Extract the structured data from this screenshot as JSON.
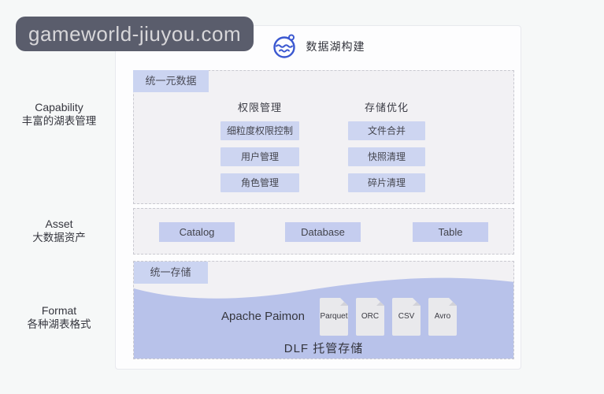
{
  "watermark": {
    "text": "gameworld-jiuyou.com"
  },
  "header": {
    "title": "数据湖构建",
    "icon": "lake-icon"
  },
  "colors": {
    "accent_blue": "#3a57d0",
    "chip_bg": "#cbd4f1",
    "button_bg": "#cdd5f1",
    "asset_button_bg": "#c5cdef",
    "wave_bg": "#b8c2ea",
    "section_bg": "#f2f1f4",
    "watermark_bg": "#5a5d6c"
  },
  "left_rail": [
    {
      "en": "Capability",
      "zh": "丰富的湖表管理"
    },
    {
      "en": "Asset",
      "zh": "大数据资产"
    },
    {
      "en": "Format",
      "zh": "各种湖表格式"
    }
  ],
  "sections": {
    "metadata": {
      "label": "统一元数据",
      "columns": [
        {
          "header": "权限管理",
          "items": [
            "细粒度权限控制",
            "用户管理",
            "角色管理"
          ]
        },
        {
          "header": "存储优化",
          "items": [
            "文件合并",
            "快照清理",
            "碎片清理"
          ]
        }
      ]
    },
    "asset": {
      "items": [
        "Catalog",
        "Database",
        "Table"
      ]
    },
    "storage": {
      "label": "统一存储",
      "engine": "Apache Paimon",
      "formats": [
        "Parquet",
        "ORC",
        "CSV",
        "Avro"
      ],
      "footer": "DLF 托管存储"
    }
  }
}
